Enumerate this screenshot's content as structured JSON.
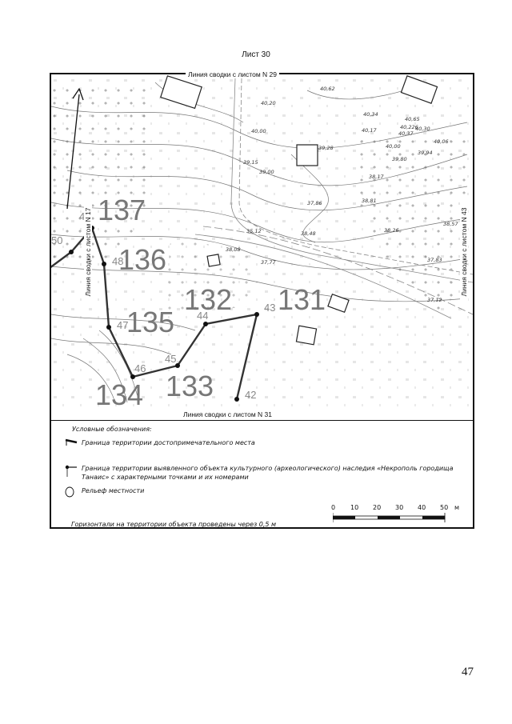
{
  "sheet": {
    "title": "Лист 30",
    "page_number": "47"
  },
  "edges": {
    "top": "Линия сводки с листом N 29",
    "bottom": "Линия сводки с листом N 31",
    "left": "Линия сводки с листом N 17",
    "right": "Линия сводки с листом N 43"
  },
  "plots": [
    "137",
    "136",
    "132",
    "131",
    "135",
    "134",
    "133"
  ],
  "points": [
    "49",
    "50",
    "48",
    "47",
    "46",
    "45",
    "44",
    "43",
    "42"
  ],
  "elevations": [
    "40,62",
    "40,20",
    "40,00",
    "40,34",
    "40,17",
    "40,65",
    "40,226",
    "40,30",
    "40,37",
    "40,06",
    "39,28",
    "40,00",
    "39,94",
    "39,80",
    "39,15",
    "39,00",
    "38,17",
    "37,86",
    "38,81",
    "38,48",
    "38,26",
    "35,12",
    "38,08",
    "37,77",
    "38,57",
    "37,83",
    "37,12"
  ],
  "legend": {
    "heading": "Условные обозначения:",
    "items": [
      "Граница территории достопримечательного места",
      "Граница территории выявленного объекта культурного (археологического) наследия «Некрополь городища Танаис» с характерными точками и их номерами",
      "Рельеф местности"
    ],
    "note": "Горизонтали на территории объекта проведены через 0,5 м",
    "scale": {
      "ticks": [
        "0",
        "10",
        "20",
        "30",
        "40",
        "50"
      ],
      "unit": "м"
    }
  }
}
